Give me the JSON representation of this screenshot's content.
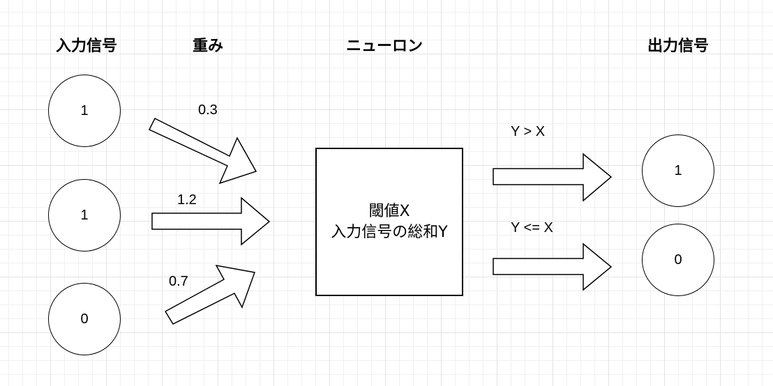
{
  "headers": {
    "input": "入力信号",
    "weight": "重み",
    "neuron": "ニューロン",
    "output": "出力信号"
  },
  "inputs": [
    "1",
    "1",
    "0"
  ],
  "weights": [
    "0.3",
    "1.2",
    "0.7"
  ],
  "neuron": {
    "line1": "閾値X",
    "line2": "入力信号の総和Y"
  },
  "conditions": [
    "Y > X",
    "Y <= X"
  ],
  "outputs": [
    "1",
    "0"
  ]
}
